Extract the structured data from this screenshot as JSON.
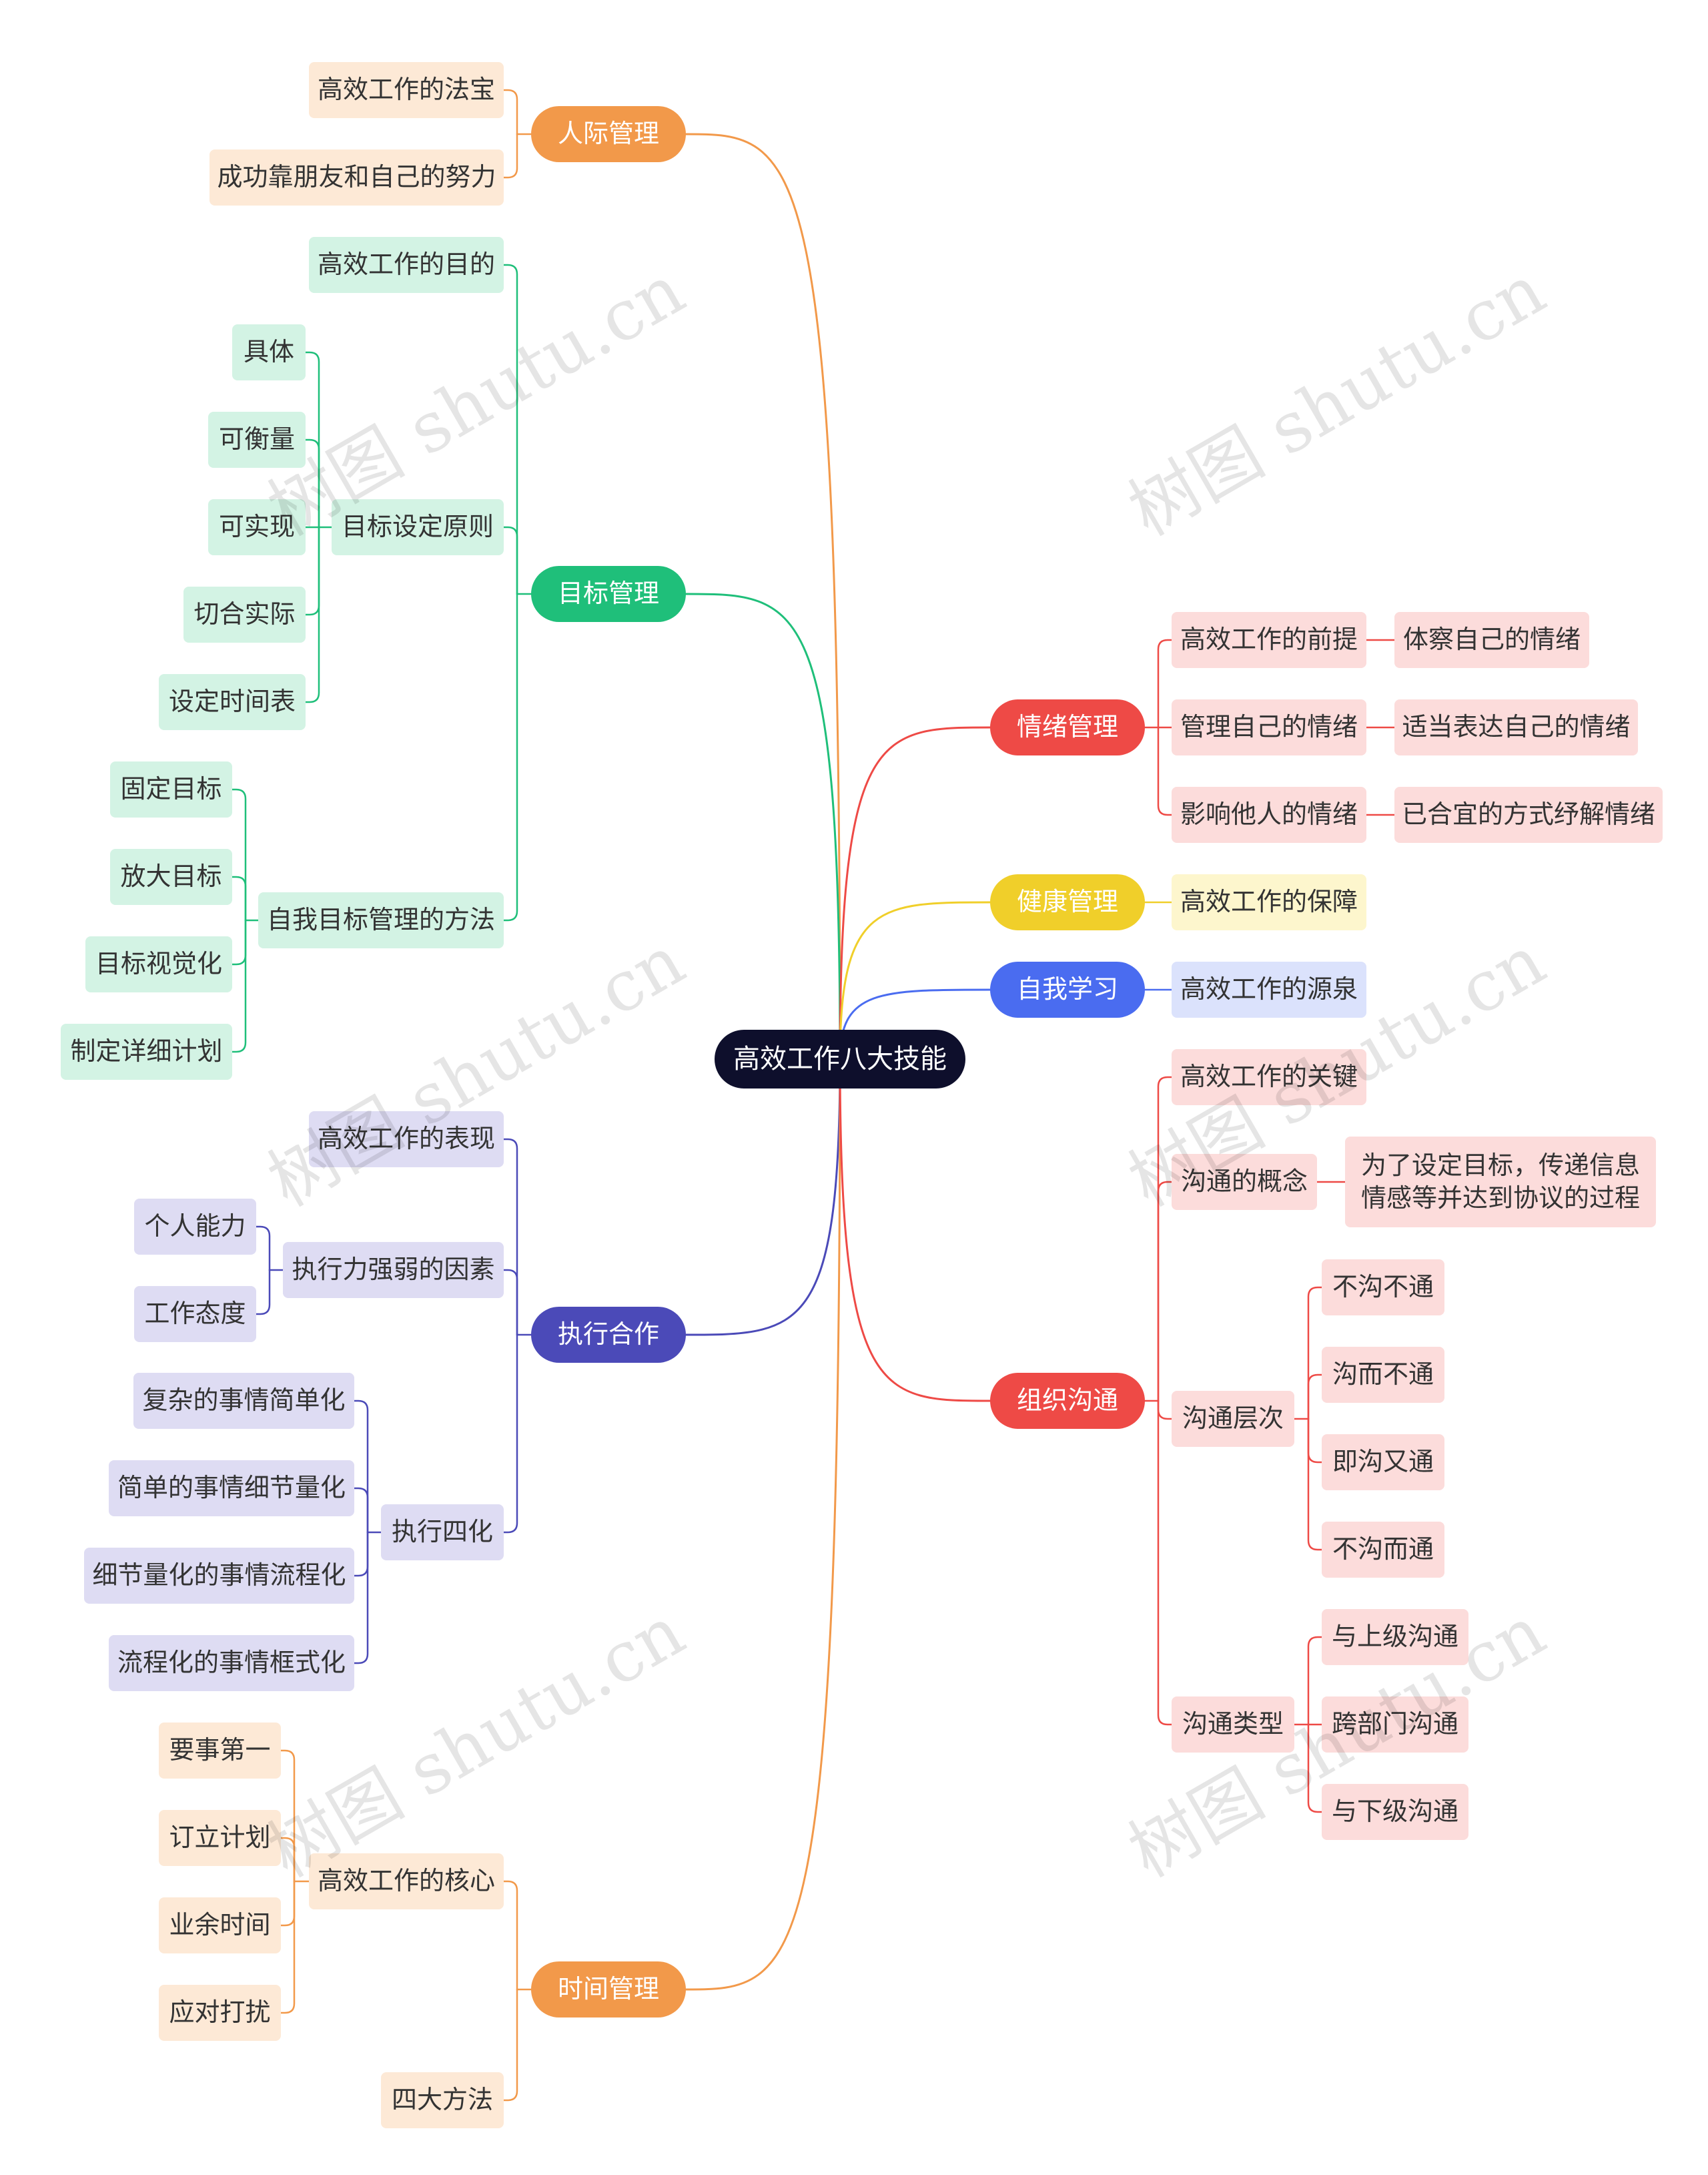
{
  "root": {
    "label": "高效工作八大技能"
  },
  "colors": {
    "orange": "#f2994a",
    "green": "#1fbf7a",
    "indigo": "#4b4ab8",
    "red": "#ee4a46",
    "yellow": "#f0cf2a",
    "blue": "#4a6cf0"
  },
  "branches": [
    {
      "label": "人际管理",
      "color": "#f2994a",
      "children": [
        {
          "label": "高效工作的法宝"
        },
        {
          "label": "成功靠朋友和自己的努力"
        }
      ]
    },
    {
      "label": "目标管理",
      "color": "#1fbf7a",
      "children": [
        {
          "label": "高效工作的目的"
        },
        {
          "label": "目标设定原则",
          "children": [
            {
              "label": "具体"
            },
            {
              "label": "可衡量"
            },
            {
              "label": "可实现"
            },
            {
              "label": "切合实际"
            },
            {
              "label": "设定时间表"
            }
          ]
        },
        {
          "label": "自我目标管理的方法",
          "children": [
            {
              "label": "固定目标"
            },
            {
              "label": "放大目标"
            },
            {
              "label": "目标视觉化"
            },
            {
              "label": "制定详细计划"
            }
          ]
        }
      ]
    },
    {
      "label": "执行合作",
      "color": "#4b4ab8",
      "children": [
        {
          "label": "高效工作的表现"
        },
        {
          "label": "执行力强弱的因素",
          "children": [
            {
              "label": "个人能力"
            },
            {
              "label": "工作态度"
            }
          ]
        },
        {
          "label": "执行四化",
          "children": [
            {
              "label": "复杂的事情简单化"
            },
            {
              "label": "简单的事情细节量化"
            },
            {
              "label": "细节量化的事情流程化"
            },
            {
              "label": "流程化的事情框式化"
            }
          ]
        }
      ]
    },
    {
      "label": "时间管理",
      "color": "#f2994a",
      "children": [
        {
          "label": "高效工作的核心",
          "children": [
            {
              "label": "要事第一"
            },
            {
              "label": "订立计划"
            },
            {
              "label": "业余时间"
            },
            {
              "label": "应对打扰"
            }
          ]
        },
        {
          "label": "四大方法"
        }
      ]
    },
    {
      "label": "情绪管理",
      "color": "#ee4a46",
      "children": [
        {
          "label": "高效工作的前提",
          "children": [
            {
              "label": "体察自己的情绪"
            }
          ]
        },
        {
          "label": "管理自己的情绪",
          "children": [
            {
              "label": "适当表达自己的情绪"
            }
          ]
        },
        {
          "label": "影响他人的情绪",
          "children": [
            {
              "label": "已合宜的方式纾解情绪"
            }
          ]
        }
      ]
    },
    {
      "label": "健康管理",
      "color": "#f0cf2a",
      "children": [
        {
          "label": "高效工作的保障"
        }
      ]
    },
    {
      "label": "自我学习",
      "color": "#4a6cf0",
      "children": [
        {
          "label": "高效工作的源泉"
        }
      ]
    },
    {
      "label": "组织沟通",
      "color": "#ee4a46",
      "children": [
        {
          "label": "高效工作的关键"
        },
        {
          "label": "沟通的概念",
          "children": [
            {
              "label": "为了设定目标，传递信息情感等并达到协议的过程"
            }
          ]
        },
        {
          "label": "沟通层次",
          "children": [
            {
              "label": "不沟不通"
            },
            {
              "label": "沟而不通"
            },
            {
              "label": "即沟又通"
            },
            {
              "label": "不沟而通"
            }
          ]
        },
        {
          "label": "沟通类型",
          "children": [
            {
              "label": "与上级沟通"
            },
            {
              "label": "跨部门沟通"
            },
            {
              "label": "与下级沟通"
            }
          ]
        }
      ]
    }
  ],
  "watermark": "树图 shutu.cn"
}
